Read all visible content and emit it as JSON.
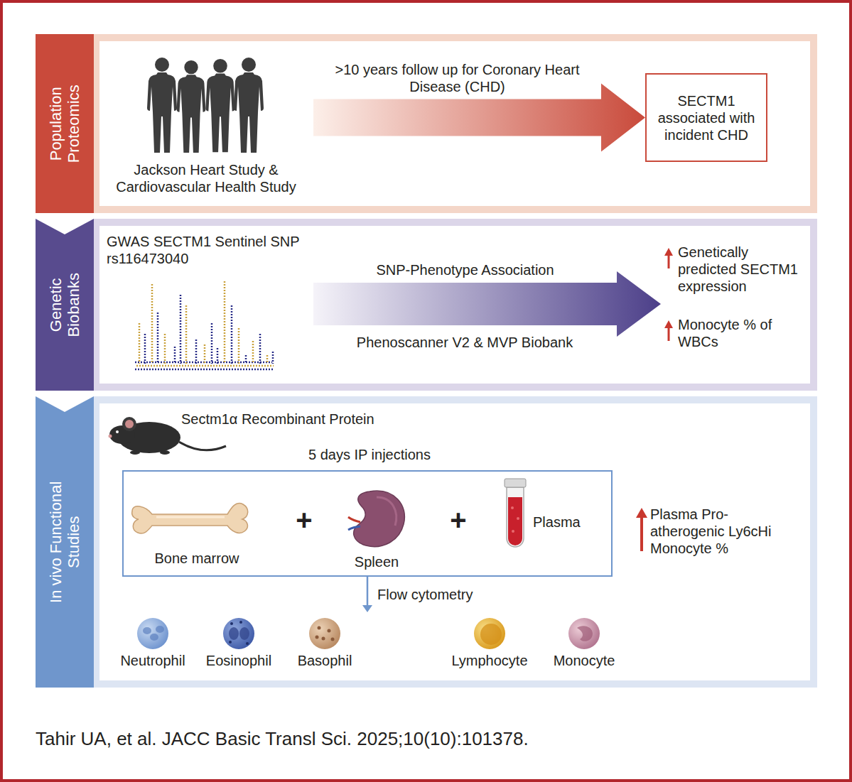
{
  "diagram": {
    "caption": "Tahir UA, et al. JACC Basic Transl Sci. 2025;10(10):101378.",
    "nodes": [
      {
        "text": [
          "Population Proteomics"
        ]
      },
      {
        "text": [
          "Jackson Heart Study & Cardiovascular Health Study"
        ],
        "in": 0
      },
      {
        "text": [
          "SECTM1 associated with incident CHD"
        ],
        "in": 0
      },
      {
        "text": [
          "Genetic Biobanks"
        ]
      },
      {
        "text": [
          "GWAS SECTM1 Sentinel SNP rs116473040"
        ],
        "in": 3
      },
      {
        "text": [
          "Genetically predicted SECTM1 expression",
          "Monocyte % of WBCs"
        ],
        "in": 3
      },
      {
        "text": [
          "In vivo Functional Studies"
        ]
      },
      {
        "text": [
          "Bone marrow",
          "+",
          "Spleen",
          "+",
          "Plasma"
        ],
        "in": 6
      },
      {
        "text": [
          "Neutrophil",
          "Eosinophil",
          "Basophil",
          "Lymphocyte",
          "Monocyte"
        ],
        "in": 6
      }
    ],
    "edges": [
      {
        "from": 1,
        "to": 2,
        "arrow": "to",
        "label": ">10 years follow up for Coronary Heart Disease (CHD)"
      },
      {
        "from": 4,
        "to": 5,
        "arrow": "to",
        "label": "SNP-Phenotype Association"
      },
      {
        "from": 7,
        "to": 8,
        "arrow": "to",
        "label": "Flow cytometry"
      }
    ],
    "labels": [
      "Phenoscanner V2 & MVP Biobank",
      "Sectm1α Recombinant Protein",
      "5 days IP injections",
      "Plasma Pro-atherogenic Ly6cHi Monocyte %"
    ]
  }
}
